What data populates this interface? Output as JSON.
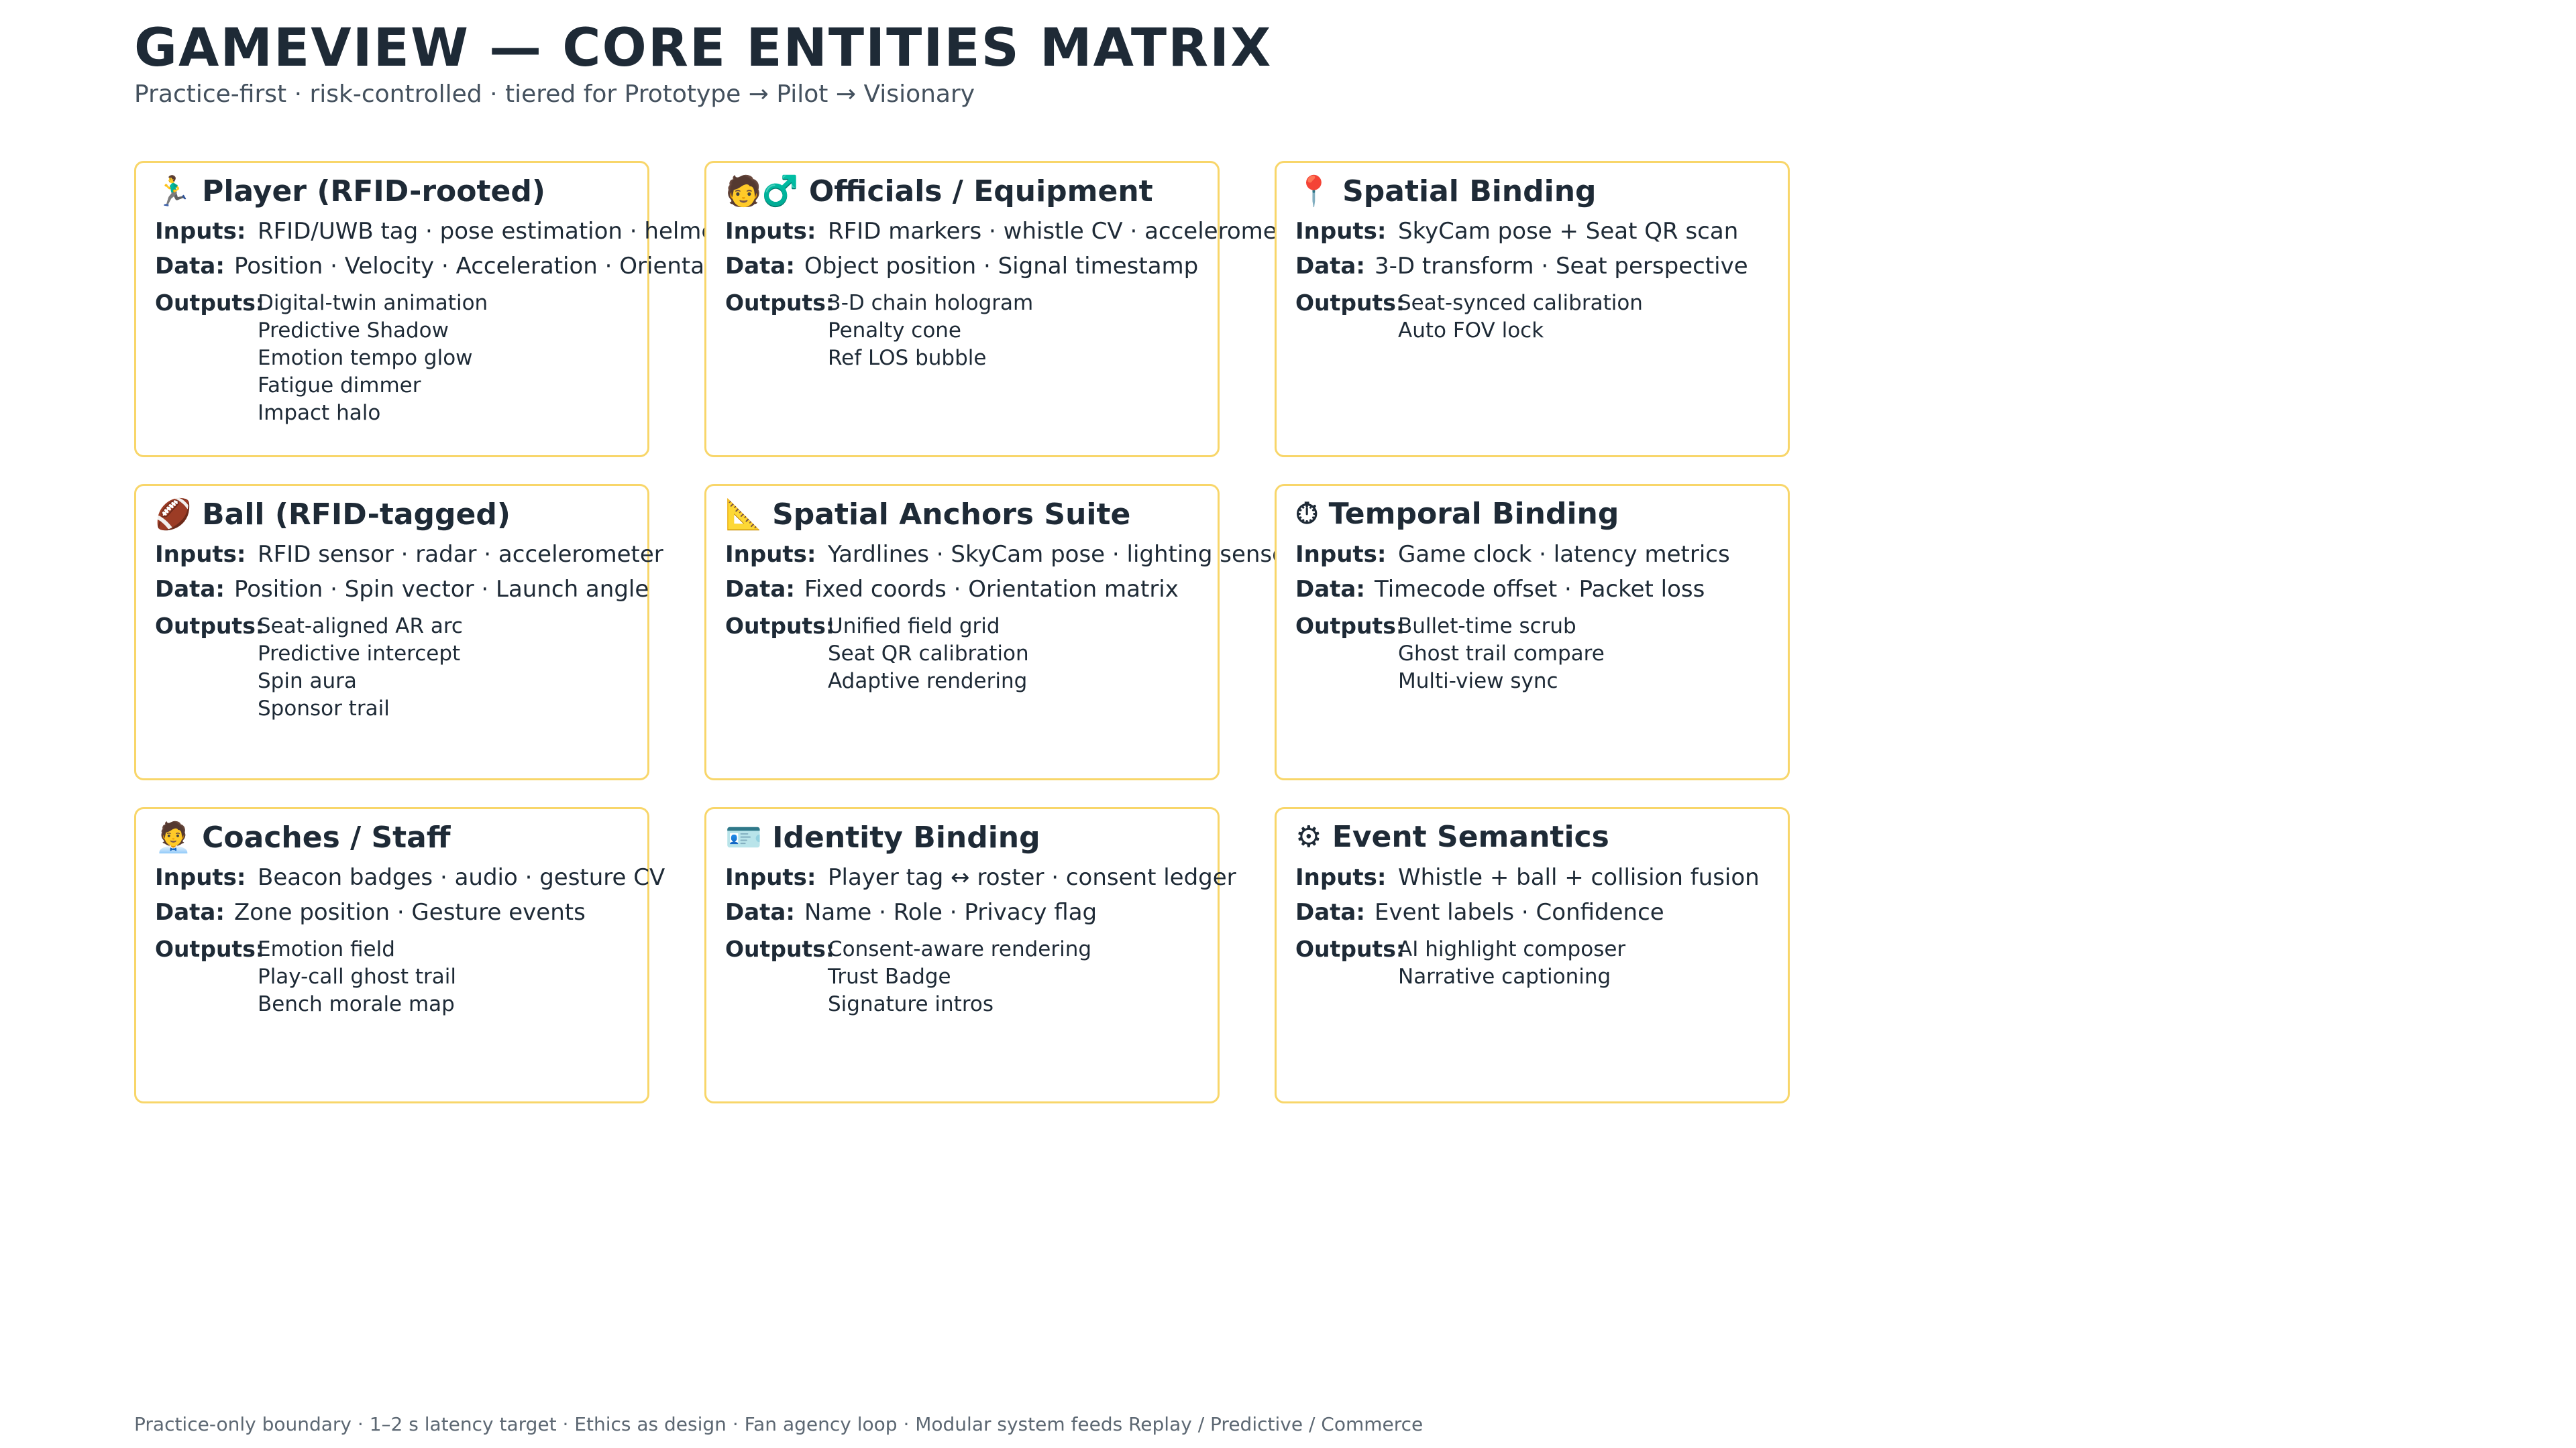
{
  "header": {
    "title": "GAMEVIEW — CORE ENTITIES MATRIX",
    "subtitle": "Practice-first · risk-controlled · tiered for Prototype → Pilot → Visionary"
  },
  "labels": {
    "inputs": "Inputs:",
    "data": "Data:",
    "outputs": "Outputs:"
  },
  "cards": [
    {
      "icon": "player-icon",
      "title": "🏃‍♂ Player (RFID-rooted)",
      "inputs": "RFID/UWB tag · pose estimation · helmet IMU",
      "data": "Position · Velocity · Acceleration · Orientation",
      "outputs": [
        "Digital-twin animation",
        "Predictive Shadow",
        "Emotion tempo glow",
        "Fatigue dimmer",
        "Impact halo"
      ]
    },
    {
      "icon": "referee-icon",
      "title": "🧑‍♂ Officials / Equipment",
      "inputs": "RFID markers · whistle CV · accelerometers",
      "data": "Object position · Signal timestamp",
      "outputs": [
        "3-D chain hologram",
        "Penalty cone",
        "Ref LOS bubble"
      ]
    },
    {
      "icon": "seat-icon",
      "title": "📍 Spatial Binding",
      "inputs": "SkyCam pose + Seat QR scan",
      "data": "3-D transform · Seat perspective",
      "outputs": [
        "Seat-synced calibration",
        "Auto FOV lock"
      ]
    },
    {
      "icon": "football-icon",
      "title": "🏈 Ball (RFID-tagged)",
      "inputs": "RFID sensor · radar · accelerometer",
      "data": "Position · Spin vector · Launch angle",
      "outputs": [
        "Seat-aligned AR arc",
        "Predictive intercept",
        "Spin aura",
        "Sponsor trail"
      ]
    },
    {
      "icon": "anchor-icon",
      "title": "📐 Spatial Anchors Suite",
      "inputs": "Yardlines · SkyCam pose · lighting sensors",
      "data": "Fixed coords · Orientation matrix",
      "outputs": [
        "Unified field grid",
        "Seat QR calibration",
        "Adaptive rendering"
      ]
    },
    {
      "icon": "clock-icon",
      "title": "⏱ Temporal Binding",
      "inputs": "Game clock · latency metrics",
      "data": "Timecode offset · Packet loss",
      "outputs": [
        "Bullet-time scrub",
        "Ghost trail compare",
        "Multi-view sync"
      ]
    },
    {
      "icon": "coach-icon",
      "title": "🧑‍💼 Coaches / Staff",
      "inputs": "Beacon badges · audio · gesture CV",
      "data": "Zone position · Gesture events",
      "outputs": [
        "Emotion field",
        "Play-call ghost trail",
        "Bench morale map"
      ]
    },
    {
      "icon": "id-badge-icon",
      "title": "🪪 Identity Binding",
      "inputs": "Player tag ↔ roster · consent ledger",
      "data": "Name · Role · Privacy flag",
      "outputs": [
        "Consent-aware rendering",
        "Trust Badge",
        "Signature intros"
      ]
    },
    {
      "icon": "gear-icon",
      "title": "⚙ Event Semantics",
      "inputs": "Whistle + ball + collision fusion",
      "data": "Event labels · Confidence",
      "outputs": [
        "AI highlight composer",
        "Narrative captioning"
      ]
    }
  ],
  "footer": "Practice-only boundary · 1–2 s latency target · Ethics as design · Fan agency loop · Modular system feeds Replay / Predictive / Commerce"
}
